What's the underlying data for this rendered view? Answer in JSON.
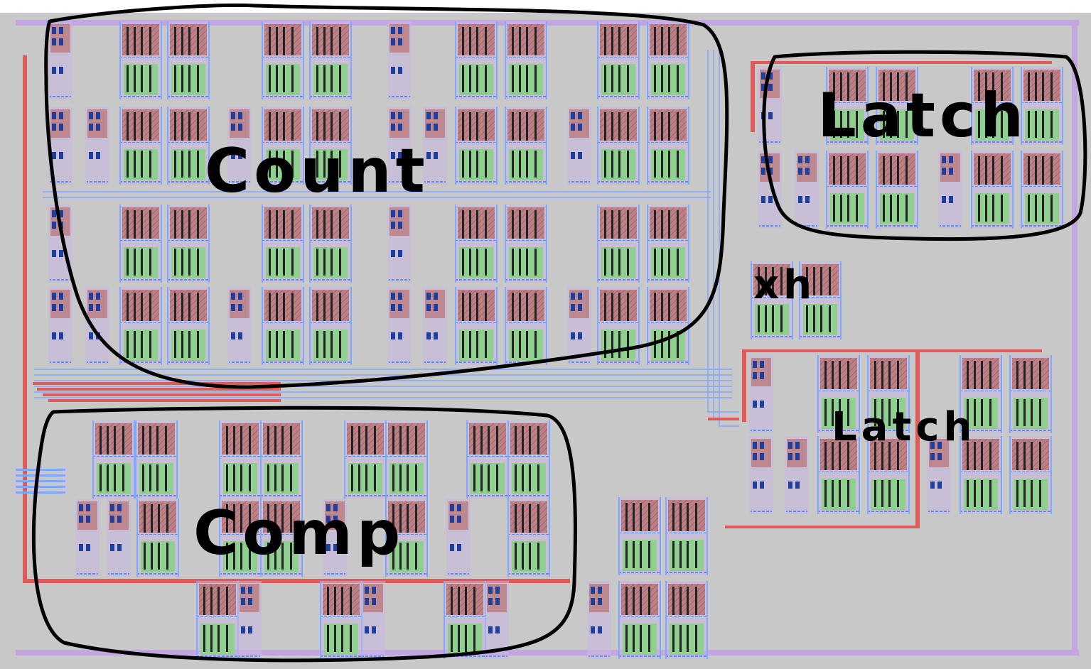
{
  "colors": {
    "background": "#c8c8c8",
    "frame": "#ffffff",
    "metal1": "#7fa8ff",
    "metal2": "#c3a6e0",
    "poly": "#e05a5a",
    "diffusion": "#8fcf8f",
    "nwell": "#b96b6b",
    "outline": "#000000"
  },
  "annotations": {
    "count": "Count",
    "latch_top": "Latch",
    "latch_bottom": "Latch",
    "comp": "Comp",
    "tiny": "xh"
  }
}
